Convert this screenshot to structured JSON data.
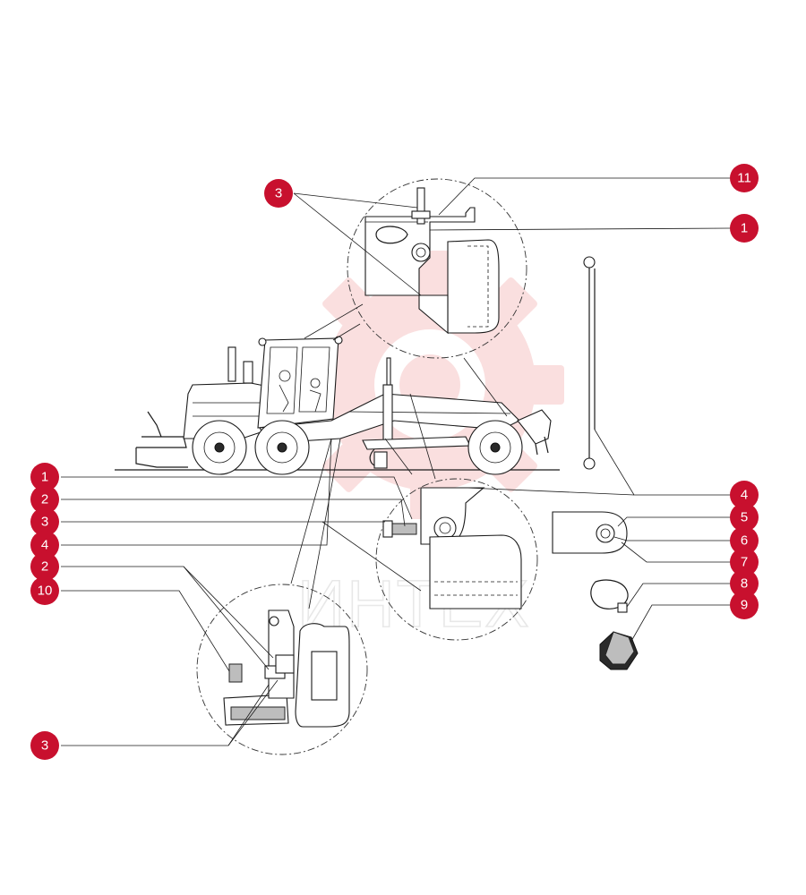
{
  "watermark": {
    "logo_text": "ИНТЕХ",
    "color": "#f6c6c6"
  },
  "colors": {
    "callout_fill": "#c8102e",
    "callout_text": "#ffffff",
    "line": "#1a1a1a"
  },
  "callouts": [
    {
      "id": "c-top-3",
      "label": "3"
    },
    {
      "id": "c-top-11",
      "label": "11"
    },
    {
      "id": "c-top-1",
      "label": "1"
    },
    {
      "id": "c-mid-1",
      "label": "1"
    },
    {
      "id": "c-mid-2",
      "label": "2"
    },
    {
      "id": "c-mid-3",
      "label": "3"
    },
    {
      "id": "c-mid-4",
      "label": "4"
    },
    {
      "id": "c-low-2",
      "label": "2"
    },
    {
      "id": "c-low-10",
      "label": "10"
    },
    {
      "id": "c-bot-3",
      "label": "3"
    },
    {
      "id": "c-right-4",
      "label": "4"
    },
    {
      "id": "c-right-5",
      "label": "5"
    },
    {
      "id": "c-right-6",
      "label": "6"
    },
    {
      "id": "c-right-7",
      "label": "7"
    },
    {
      "id": "c-right-8",
      "label": "8"
    },
    {
      "id": "c-right-9",
      "label": "9"
    }
  ]
}
